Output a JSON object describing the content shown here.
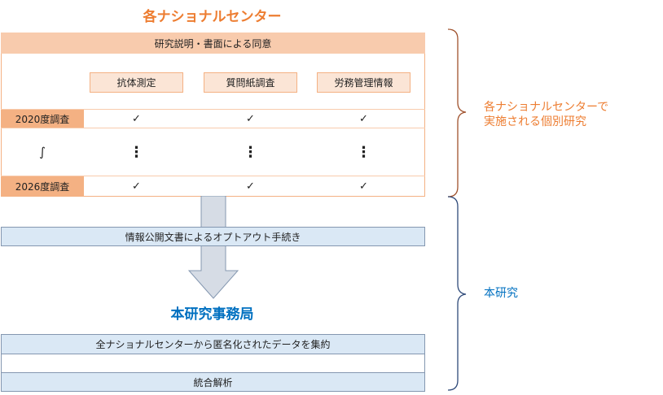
{
  "centers_title": "各ナショナルセンター",
  "consent_band": "研究説明・書面による同意",
  "categories": [
    "抗体測定",
    "質問紙調査",
    "労務管理情報"
  ],
  "rows": [
    {
      "label": "2020度調査",
      "marks": [
        "✓",
        "✓",
        "✓"
      ]
    },
    {
      "label": "∫",
      "marks": [
        "⋮",
        "⋮",
        "⋮"
      ]
    },
    {
      "label": "2026度調査",
      "marks": [
        "✓",
        "✓",
        "✓"
      ]
    }
  ],
  "optout_band": "情報公開文書によるオプトアウト手続き",
  "office_title": "本研究事務局",
  "aggregate_band": "全ナショナルセンターから匿名化されたデータを集約",
  "analysis_band": "統合解析",
  "side_labels": {
    "individual": [
      "各ナショナルセンターで",
      "実施される個別研究"
    ],
    "main": "本研究"
  },
  "colors": {
    "orange_accent": "#ed7d31",
    "blue_accent": "#0070c0",
    "brace_orange": "#a0522d",
    "brace_blue": "#2f4a7a"
  }
}
